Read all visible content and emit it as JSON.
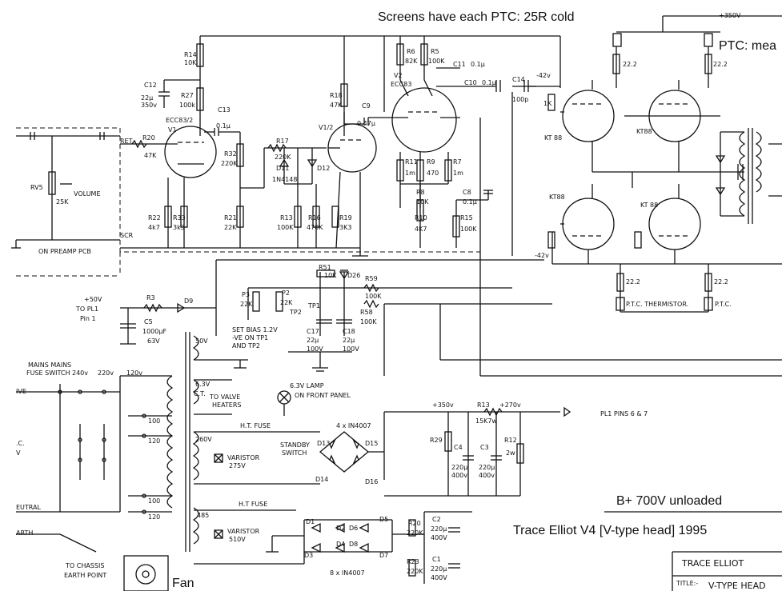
{
  "annotations": {
    "screens_ptc": "Screens have each PTC: 25R cold",
    "ptc_mea": "PTC: mea",
    "b_plus": "B+ 700V unloaded",
    "title_line": "Trace Elliot V4 [V-type  head] 1995",
    "fan": "Fan"
  },
  "title_block": {
    "company": "TRACE ELLIOT",
    "title_label": "TITLE:-",
    "title_value": "V-TYPE HEAD"
  },
  "preamp": {
    "r14": "R14",
    "r14v": "10K",
    "c12": "C12",
    "c12v1": "22μ",
    "c12v2": "350v",
    "r27": "R27",
    "r27v": "100k",
    "c13": "C13",
    "c13v": "0.1μ",
    "v1": "ECC83/2",
    "v1b": "V1",
    "r20": "R20",
    "r20v": "47K",
    "r32": "R32",
    "r32v": "220K",
    "r22": "R22",
    "r22v": "4k7",
    "r33": "R33",
    "r33v": "3k3",
    "r21": "R21",
    "r21v": "22K",
    "r17": "R17",
    "r17v": "220K",
    "d11": "D11",
    "d12": "D12",
    "d11v": "1N4148",
    "r13": "R13",
    "r13v": "100K",
    "r16": "R16",
    "r16v": "470K",
    "r18": "R18",
    "r18v": "47K",
    "c9": "C9",
    "c9v": "0.47μ",
    "v1half": "V1/2",
    "r19": "R19",
    "r19v": "3K3",
    "rv5": "RV5",
    "rv5v": "25K",
    "volume": "VOLUME",
    "ret": "RET",
    "scr": "SCR",
    "on_preamp": "ON PREAMP PCB"
  },
  "phase": {
    "r6": "R6",
    "r6v": "82K",
    "r5": "R5",
    "r5v": "100K",
    "c11": "C11",
    "c11v": "0.1μ",
    "c10": "C10",
    "c10v": "0.1μ",
    "c14": "C14",
    "c14v": "100p",
    "neg42": "-42v",
    "v2": "V2",
    "v2t": "ECC83",
    "r11": "R11",
    "r11v": "1m",
    "r9": "R9",
    "r9v": "470",
    "r7": "R7",
    "r7v": "1m",
    "r8": "R8",
    "r8v": "10K",
    "c8": "C8",
    "c8v": "0.1μ",
    "r10": "R10",
    "r10v": "4K7",
    "r15": "R15",
    "r15v": "100K"
  },
  "power": {
    "plus350": "+350V",
    "r22a": "22.2",
    "r22b": "22.2",
    "kt1": "KT 88",
    "kt2": "KT88",
    "kt3": "KT88",
    "kt4": "KT 88",
    "k1": "1K",
    "neg42b": "-42v",
    "ptc_th": "P.T.C. THERMISTOR.",
    "ptc": "P.T.C.",
    "r22c": "22.2",
    "r22d": "22.2"
  },
  "bias": {
    "r51": "R51",
    "r51v": "10K",
    "d26": "D26",
    "r59": "R59",
    "r59v": "100K",
    "r58": "R58",
    "r58v": "100K",
    "p3": "P3",
    "p3v": "22K",
    "p2": "P2",
    "p2v": "22K",
    "tp1": "TP1",
    "tp2": "TP2",
    "set_bias": "SET BIAS 1.2V",
    "neg_ve": "-VE ON TP1",
    "and_tp2": "AND TP2",
    "c17": "C17",
    "c17v": "22μ",
    "c17vv": "100V",
    "c18": "C18",
    "c18v": "22μ",
    "c18vv": "100V"
  },
  "supply": {
    "plus50": "+50V",
    "to_pl1": "TO PL1",
    "pin1": "Pin 1",
    "r3": "R3",
    "d9": "D9",
    "c5": "C5",
    "c5v": "1000μF",
    "c5vv": "63V",
    "v50": "50V",
    "v6": "6.3V",
    "ct": "C.T.",
    "to_valve": "TO VALVE",
    "heaters": "HEATERS",
    "lamp": "6.3V LAMP",
    "front": "ON FRONT PANEL",
    "v260": "260V",
    "ht_fuse": "H.T. FUSE",
    "diodes1": "4 x IN4007",
    "standby": "STANDBY",
    "switch": "SWITCH",
    "d13": "D13",
    "d15": "D15",
    "d14": "D14",
    "d16": "D16",
    "varistor1": "VARISTOR",
    "var1v": "275V",
    "plus350b": "+350v",
    "r13b": "R13",
    "r13bv": "15K7w",
    "plus270": "+270v",
    "pl1_pins": "PL1 PINS 6 & 7",
    "r29": "R29",
    "c4": "C4",
    "c4v": "220μ",
    "c4vv": "400v",
    "c3": "C3",
    "c3v": "220μ",
    "c3vv": "400v",
    "r12": "R12",
    "r12v": "2w",
    "v485": "485",
    "ht_fuse2": "H.T FUSE",
    "varistor2": "VARISTOR",
    "var2v": "510V",
    "d1": "D1",
    "d2": "D2",
    "d3": "D3",
    "d4": "D4",
    "d5": "D5",
    "d6": "D6",
    "d7": "D7",
    "d8": "D8",
    "diodes2": "8 x IN4007",
    "r20b": "R20",
    "r20bv": "220K",
    "c2": "C2",
    "c2v": "220μ",
    "c2vv": "400V",
    "r23": "R23",
    "r23v": "220K",
    "c1": "C1",
    "c1v": "220μ",
    "c1vv": "400V"
  },
  "mains": {
    "mains_fuse": "MAINS MAINS",
    "fuse_switch": "FUSE SWITCH",
    "v240": "240v",
    "v220": "220v",
    "v120": "120v",
    "live": "IVE",
    "ac": ".C.",
    "v": "V",
    "neutral": "EUTRAL",
    "earth": "ARTH",
    "to_chassis": "TO CHASSIS",
    "earth_point": "EARTH POINT",
    "t100a": "100",
    "t120a": "120",
    "t100b": "100",
    "t120b": "120"
  }
}
